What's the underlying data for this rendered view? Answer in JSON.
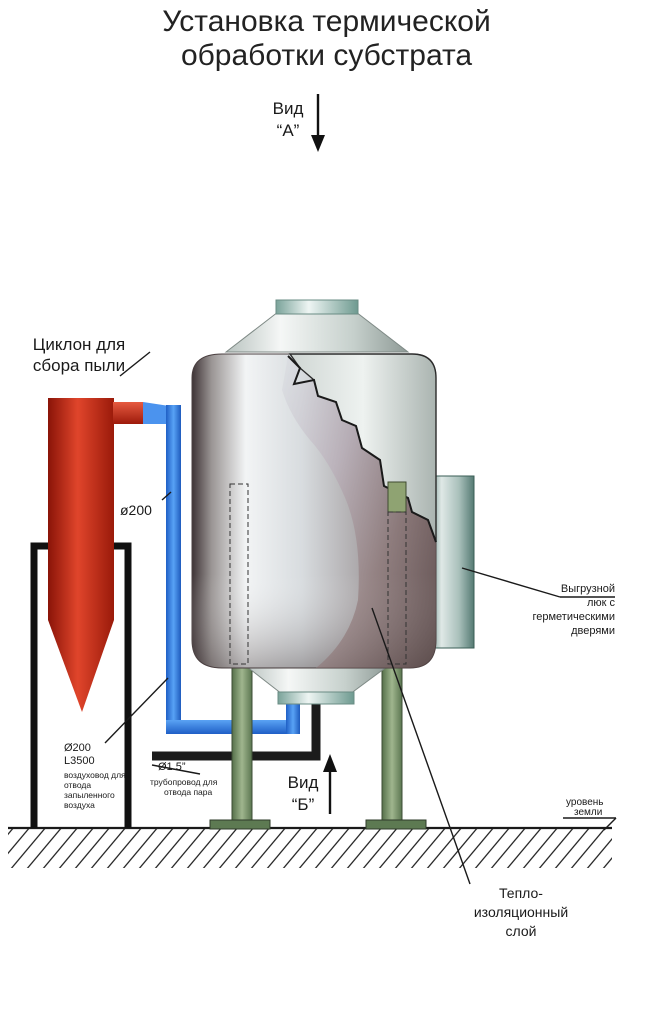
{
  "title": {
    "line1": "Установка   термической",
    "line2": "обработки субстрата"
  },
  "labels": {
    "view_a_1": "Вид",
    "view_a_2": "“А”",
    "view_b_1": "Вид",
    "view_b_2": "“Б”",
    "cyclone_1": "Циклон для",
    "cyclone_2": "сбора пыли",
    "pipe_diameter": "ø200",
    "duct_1": "Ø200",
    "duct_2": "L3500",
    "duct_3": "воздуховод для",
    "duct_4": "отвода",
    "duct_5": "запыленного",
    "duct_6": "воздуха",
    "steam_1": "Ø1.5”",
    "steam_2": "трубопровод для",
    "steam_3": "отвода пара",
    "hatch_1": "Выгрузной",
    "hatch_2": "люк с",
    "hatch_3": "герметическими",
    "hatch_4": "дверями",
    "ground_1": "уровень",
    "ground_2": "земли",
    "insulation_1": "Тепло-",
    "insulation_2": "изоляционный",
    "insulation_3": "слой"
  },
  "colors": {
    "cyclone": "#d8351f",
    "duct": "#2f7de0",
    "support": "#6f8a5e",
    "steam_pipe": "#1c1c1c",
    "vessel_light": "#e9ecee",
    "vessel_dark": "#5d4a48"
  }
}
